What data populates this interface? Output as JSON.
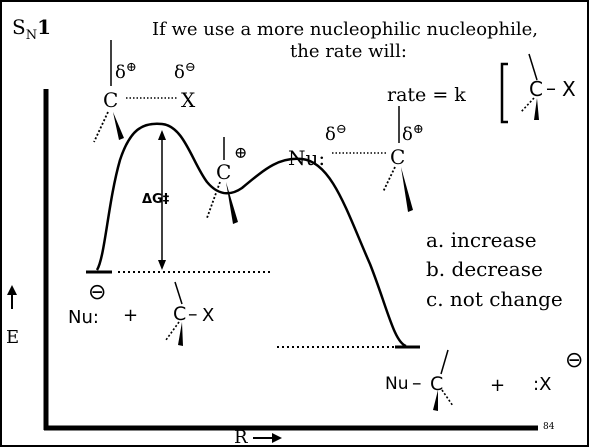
{
  "slide": {
    "heading_main": "S",
    "heading_sub": "N",
    "heading_num": "1",
    "question_line1": "If we use a more nucleophilic nucleophile,",
    "question_line2": "the rate will:",
    "rate_law": "rate = k",
    "slide_number": "84"
  },
  "diagram": {
    "ts1": {
      "carbon": "C",
      "leaving": "X",
      "delta_pos": "δ",
      "delta_neg": "δ",
      "sup_pos": "⊕",
      "sup_neg": "⊖"
    },
    "intermediate": {
      "carbon": "C",
      "charge": "⊕"
    },
    "ts2": {
      "nucleophile": "Nu:",
      "carbon": "C",
      "delta_neg": "δ",
      "delta_pos": "δ",
      "sup_neg": "⊖",
      "sup_pos": "⊕"
    },
    "rate_bracket_substrate": {
      "carbon": "C",
      "leaving": "X",
      "bond": "–"
    },
    "activation_label": "ΔG‡",
    "reactants": {
      "nucleophile": "Nu:",
      "charge": "⊖",
      "plus": "+",
      "carbon": "C",
      "bond": "–",
      "leaving": "X"
    },
    "products": {
      "nucleophile": "Nu",
      "bond": "–",
      "carbon": "C",
      "plus": "+",
      "leaving": ":X",
      "charge": "⊖"
    },
    "y_axis_label": "E",
    "x_axis_label": "R"
  },
  "choices": [
    {
      "letter": "a.",
      "text": "increase"
    },
    {
      "letter": "b.",
      "text": "decrease"
    },
    {
      "letter": "c.",
      "text": "not change"
    }
  ]
}
